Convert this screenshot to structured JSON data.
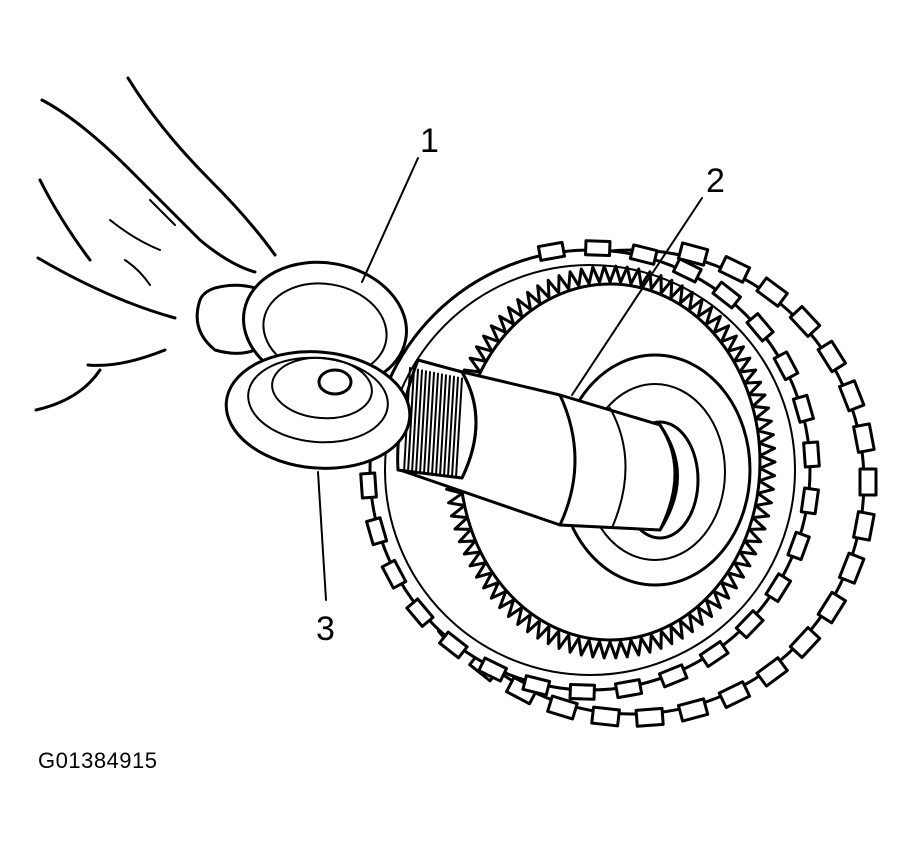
{
  "diagram": {
    "callouts": [
      {
        "id": "1",
        "label": "1"
      },
      {
        "id": "2",
        "label": "2"
      },
      {
        "id": "3",
        "label": "3"
      }
    ],
    "figure_code": "G01384915"
  }
}
